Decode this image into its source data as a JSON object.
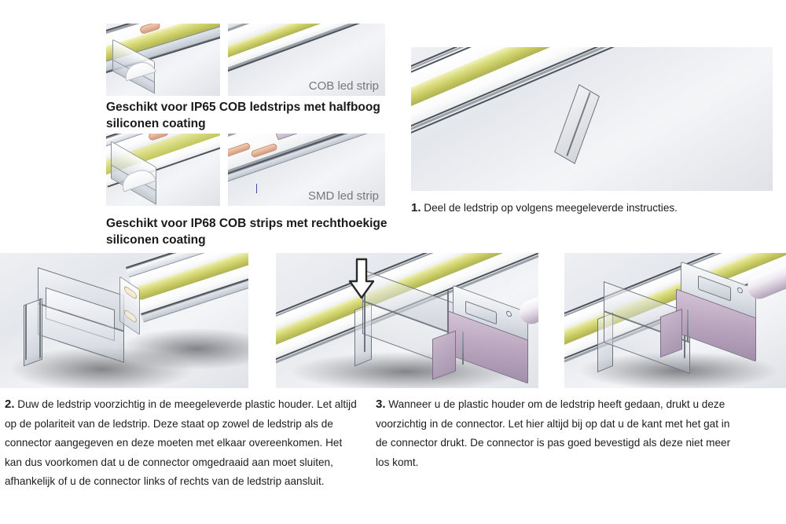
{
  "document": {
    "title": "LED strip connector montage-instructie",
    "language": "nl"
  },
  "compatibility": [
    {
      "id": "ip65",
      "heading_line1": "Geschikt voor IP65 COB ledstrips met halfboog",
      "heading_line2": "siliconen coating",
      "panel_label": "COB led strip",
      "panels": [
        {
          "name": "ip65-cob-endview",
          "alt": "IP65 COB ledstrip doorsnede met halfboog siliconen coating"
        },
        {
          "name": "ip65-cob-topview",
          "alt": "IP65 COB ledstrip bovenaanzicht"
        }
      ]
    },
    {
      "id": "ip68",
      "heading_line1": "Geschikt voor IP68 COB strips met rechthoekige",
      "heading_line2": "siliconen coating",
      "panel_label": "SMD led strip",
      "panels": [
        {
          "name": "ip68-cob-endview",
          "alt": "IP68 COB ledstrip met rechthoekige siliconen coating"
        },
        {
          "name": "smd-strip-view",
          "alt": "SMD led strip in siliconen coating"
        }
      ]
    }
  ],
  "steps": [
    {
      "number": "1.",
      "text": "Deel de ledstrip op volgens meegeleverde instructies.",
      "image_alt": "Ledstrip met knipmarkering doorgesneden"
    },
    {
      "number": "2.",
      "text": "Duw de ledstrip voorzichtig in de meegeleverde plastic houder. Let altijd op de polariteit van de ledstrip. Deze staat op zowel de ledstrip als de connector aangegeven en deze moeten met elkaar overeenkomen. Het kan dus voorkomen dat u de connector omgedraaid aan moet sluiten, afhankelijk of u de connector links of rechts van de ledstrip aansluit.",
      "image_alt": "Transparante plastic houder naast het uiteinde van de ledstrip"
    },
    {
      "number": "3.",
      "text": "Wanneer u de plastic houder om de ledstrip heeft gedaan, drukt u deze voorzichtig in de connector. Let hier altijd bij op dat u de kant met het gat in de connector drukt. De connector is pas goed bevestigd als deze niet meer los komt.",
      "image_alt_a": "Plastic houder wordt in de connector gedrukt, pijl omlaag",
      "image_alt_b": "Connector volledig bevestigd op de ledstrip",
      "arrow": {
        "name": "press-down-arrow",
        "direction": "down"
      }
    }
  ],
  "colors": {
    "background": "#ffffff",
    "led_phosphor": "#d9dd7e",
    "copper_pad": "#e6b295",
    "connector_body": "#bda8c1",
    "panel_gray": "#e4e7ec",
    "label_gray": "#74787c",
    "heading_black": "#1a1a1a",
    "arrow_outline": "#2b2b2b"
  }
}
